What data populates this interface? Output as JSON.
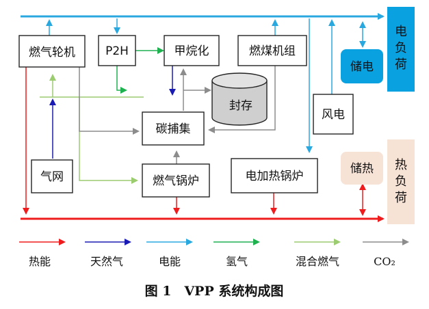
{
  "nodes": {
    "gas_turbine": "燃气轮机",
    "p2h": "P2H",
    "methanation": "甲烷化",
    "coal_unit": "燃煤机组",
    "storage": "封存",
    "carbon_capture": "碳捕集",
    "wind": "风电",
    "gas_network": "气网",
    "gas_boiler": "燃气锅炉",
    "electric_boiler": "电加热锅炉",
    "elec_storage": "储电",
    "heat_storage": "储热"
  },
  "bus_labels": {
    "electric_load": [
      "电",
      "负",
      "荷"
    ],
    "heat_load": [
      "热",
      "负",
      "荷"
    ]
  },
  "legend": [
    {
      "label": "热能",
      "color": "#ee1c1c"
    },
    {
      "label": "天然气",
      "color": "#1a1ab4"
    },
    {
      "label": "电能",
      "color": "#29a8e0"
    },
    {
      "label": "氢气",
      "color": "#1fb050"
    },
    {
      "label": "混合燃气",
      "color": "#9ccc70"
    },
    {
      "label": "CO₂",
      "color": "#8c8c8c"
    }
  ],
  "colors": {
    "elec_load_bg": "#0aa1e0",
    "heat_load_bg": "#f7e2d6",
    "elec_storage_bg": "#0aa1e0",
    "heat_storage_bg": "#f7e2d6"
  },
  "caption": "图 1　VPP 系统构成图"
}
